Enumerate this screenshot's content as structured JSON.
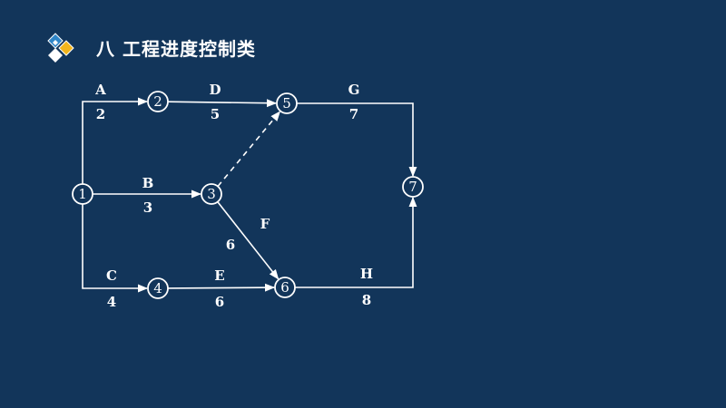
{
  "header": {
    "title": "八  工程进度控制类",
    "logo_icon": "diamond-cluster-logo-icon"
  },
  "network": {
    "nodes": [
      {
        "id": "1",
        "label": "1"
      },
      {
        "id": "2",
        "label": "2"
      },
      {
        "id": "3",
        "label": "3"
      },
      {
        "id": "4",
        "label": "4"
      },
      {
        "id": "5",
        "label": "5"
      },
      {
        "id": "6",
        "label": "6"
      },
      {
        "id": "7",
        "label": "7"
      }
    ],
    "activities": [
      {
        "id": "A",
        "name": "A",
        "duration": "2",
        "from": "1",
        "to": "2",
        "dummy": false
      },
      {
        "id": "D",
        "name": "D",
        "duration": "5",
        "from": "2",
        "to": "5",
        "dummy": false
      },
      {
        "id": "G",
        "name": "G",
        "duration": "7",
        "from": "5",
        "to": "7",
        "dummy": false
      },
      {
        "id": "B",
        "name": "B",
        "duration": "3",
        "from": "1",
        "to": "3",
        "dummy": false
      },
      {
        "id": "F",
        "name": "F",
        "duration": "6",
        "from": "3",
        "to": "6",
        "dummy": false
      },
      {
        "id": "C",
        "name": "C",
        "duration": "4",
        "from": "1",
        "to": "4",
        "dummy": false
      },
      {
        "id": "E",
        "name": "E",
        "duration": "6",
        "from": "4",
        "to": "6",
        "dummy": false
      },
      {
        "id": "H",
        "name": "H",
        "duration": "8",
        "from": "6",
        "to": "7",
        "dummy": false
      },
      {
        "id": "dummy35",
        "name": "",
        "duration": "",
        "from": "3",
        "to": "5",
        "dummy": true
      }
    ]
  },
  "colors": {
    "background": "#12355a",
    "line": "#ffffff",
    "logo_blue": "#2f86c8",
    "logo_yellow": "#f2b51c",
    "logo_white": "#ffffff"
  }
}
